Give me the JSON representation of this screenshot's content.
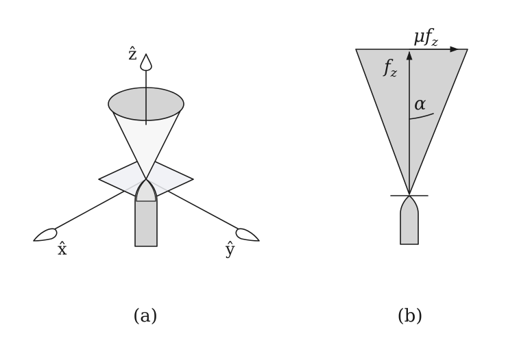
{
  "panel_a": {
    "caption": "(a)",
    "z_label": "ẑ",
    "x_label": "x̂",
    "y_label": "ŷ"
  },
  "panel_b": {
    "caption": "(b)",
    "friction_label": "μf",
    "friction_sub": "z",
    "normal_label": "f",
    "normal_sub": "z",
    "angle_label": "α"
  },
  "colors": {
    "cone_fill": "#d4d4d4",
    "plane_fill": "#eef0f5",
    "stroke": "#1a1a1a"
  }
}
